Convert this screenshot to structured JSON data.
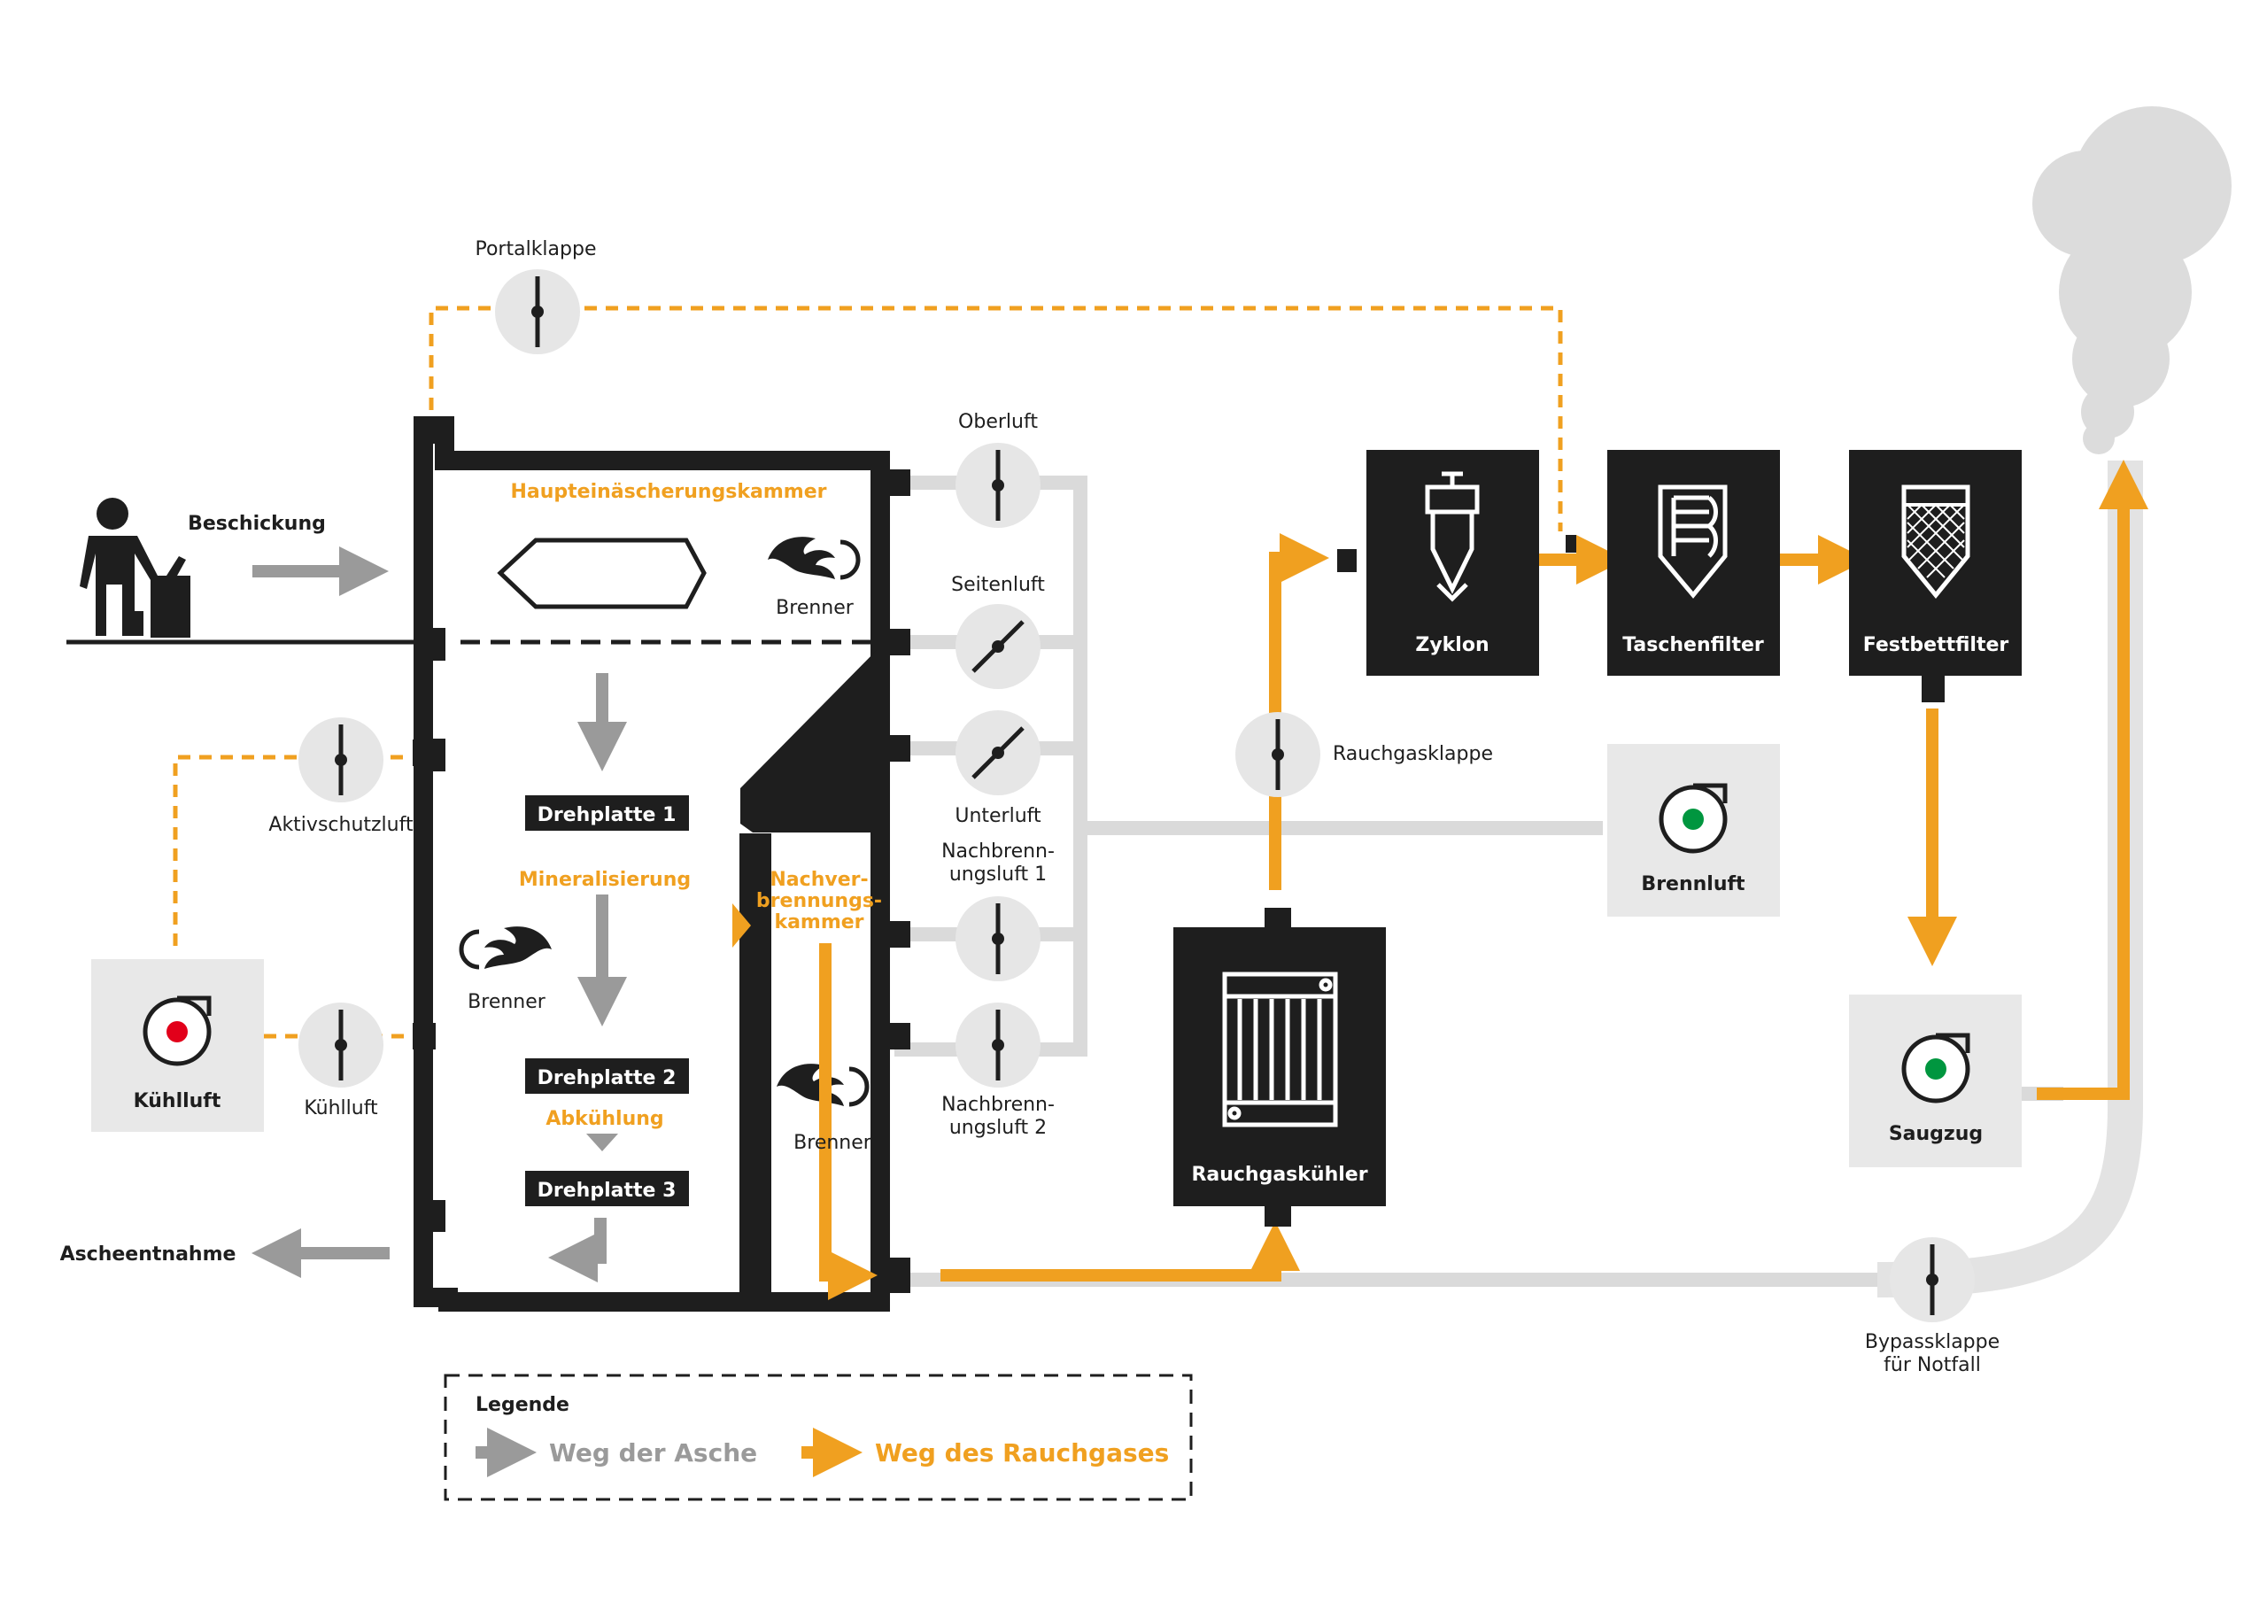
{
  "labels": {
    "portalklappe": "Portalklappe",
    "beschickung": "Beschickung",
    "haupt": "Haupteinäscherungskammer",
    "brenner_top": "Brenner",
    "brenner_left": "Brenner",
    "brenner_right": "Brenner",
    "drehplatte1": "Drehplatte 1",
    "mineralisierung": "Mineralisierung",
    "drehplatte2": "Drehplatte 2",
    "abkuehlung": "Abkühlung",
    "drehplatte3": "Drehplatte 3",
    "nachver_1": "Nachver-",
    "nachver_2": "brennungs-",
    "nachver_3": "kammer",
    "aktivschutzluft": "Aktivschutzluft",
    "kuehlluft_box": "Kühlluft",
    "kuehlluft_valve": "Kühlluft",
    "ascheentnahme": "Ascheentnahme",
    "oberluft": "Oberluft",
    "seitenluft": "Seitenluft",
    "unterluft": "Unterluft",
    "nach1_a": "Nachbrenn-",
    "nach1_b": "ungsluft 1",
    "nach2_a": "Nachbrenn-",
    "nach2_b": "ungsluft 2",
    "zyklon": "Zyklon",
    "taschenfilter": "Taschenfilter",
    "festbettfilter": "Festbettfilter",
    "rauchgasklappe": "Rauchgasklappe",
    "brennluft": "Brennluft",
    "rauchgaskuehler": "Rauchgaskühler",
    "saugzug": "Saugzug",
    "bypass_a": "Bypassklappe",
    "bypass_b": "für Notfall"
  },
  "legend": {
    "title": "Legende",
    "ash_path": "Weg der Asche",
    "gas_path": "Weg des Rauchgases"
  },
  "colors": {
    "orange": "#f0a020",
    "grey_arrow": "#9a9a9a",
    "pipe": "#dadada",
    "dark": "#1e1e1e",
    "fan_red": "#e2001a",
    "fan_green": "#00963f"
  }
}
